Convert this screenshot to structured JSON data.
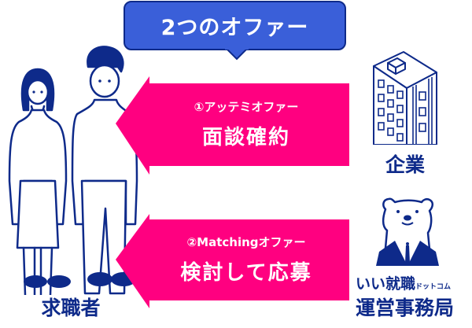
{
  "title": "2つのオファー",
  "colors": {
    "bubble_fill": "#3a5fd9",
    "bubble_border": "#0e2a8a",
    "arrow": "#ff0080",
    "ink": "#0e2a8a"
  },
  "arrows": [
    {
      "sub": "①アッテミオファー",
      "main": "面談確約",
      "direction": "left"
    },
    {
      "sub": "②Matchingオファー",
      "main": "検討して応募",
      "direction": "left"
    }
  ],
  "actors": {
    "job_seekers": {
      "label": "求職者",
      "icon": "man-and-woman-icon"
    },
    "company": {
      "label": "企業",
      "icon": "office-building-icon"
    },
    "operator": {
      "brand": "いい就職ドットコム",
      "brand_main": "いい就職",
      "brand_small": "ドットコム",
      "label": "運営事務局",
      "icon": "polar-bear-mascot-icon"
    }
  }
}
